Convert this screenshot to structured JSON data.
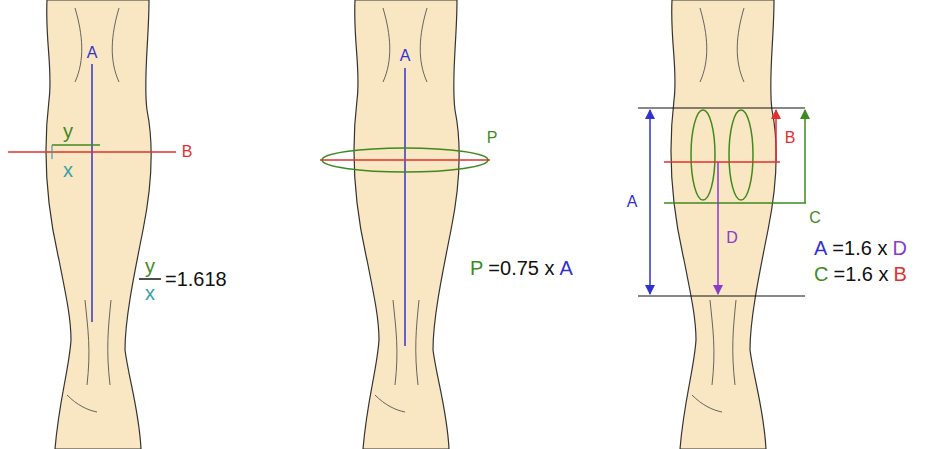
{
  "diagram": {
    "labels": [
      "A",
      "y",
      "x",
      "B",
      "y",
      "x",
      "=1.618",
      "A",
      "P",
      "P",
      "=0.75 x",
      "A",
      "A",
      "B",
      "C",
      "D",
      "A",
      "=1.6 x",
      "D",
      "C",
      "=1.6 x",
      "B"
    ]
  }
}
